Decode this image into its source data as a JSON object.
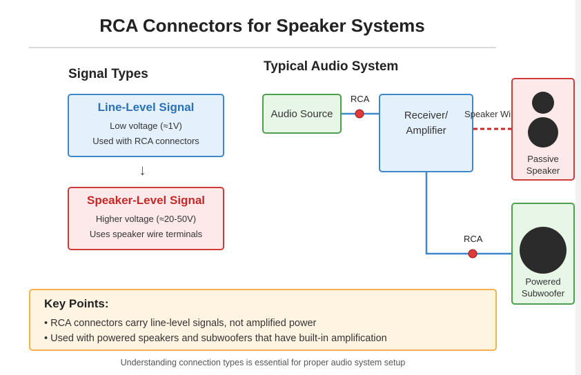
{
  "title": "RCA Connectors for Speaker Systems",
  "signal_types": {
    "heading": "Signal Types",
    "line_level": {
      "title": "Line-Level Signal",
      "line1": "Low voltage (≈1V)",
      "line2": "Used with RCA connectors"
    },
    "arrow": "↓",
    "speaker_level": {
      "title": "Speaker-Level Signal",
      "line1": "Higher voltage (≈20-50V)",
      "line2": "Uses speaker wire terminals"
    }
  },
  "system": {
    "heading": "Typical Audio System",
    "audio_source": "Audio Source",
    "receiver_line1": "Receiver/",
    "receiver_line2": "Amplifier",
    "rca_label_top": "RCA",
    "speaker_wire_label": "Speaker Wire",
    "passive_line1": "Passive",
    "passive_line2": "Speaker",
    "rca_label_bottom": "RCA",
    "sub_line1": "Powered",
    "sub_line2": "Subwoofer"
  },
  "key_points": {
    "title": "Key Points:",
    "items": [
      "RCA connectors carry line-level signals, not amplified power",
      "Used with powered speakers and subwoofers that have built-in amplification"
    ]
  },
  "footer": "Understanding connection types is essential for proper audio system setup",
  "colors": {
    "blue": "#3d86c8",
    "red": "#cc3a3a",
    "green": "#4aa14a",
    "orange": "#f3b24b",
    "connector": "#e03a3a",
    "speaker_cone": "#2b2b2b"
  }
}
